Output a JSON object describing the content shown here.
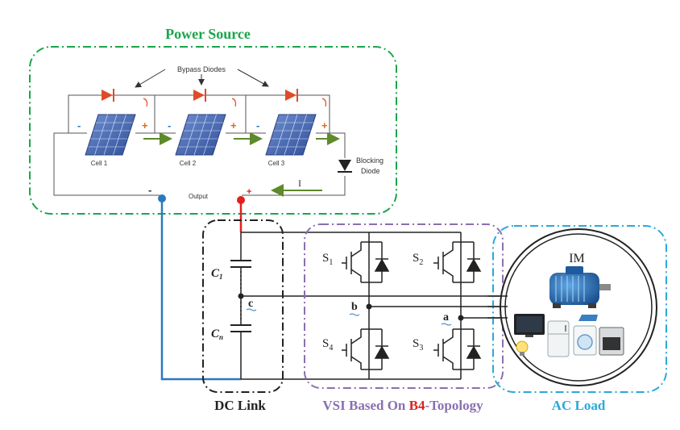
{
  "sections": {
    "power_source": "Power Source",
    "dc_link": "DC Link",
    "vsi_prefix": "VSI Based On ",
    "vsi_highlight": "B4",
    "vsi_suffix": "-Topology",
    "ac_load": "AC Load"
  },
  "pv": {
    "bypass_label": "Bypass Diodes",
    "cells": [
      "Cell 1",
      "Cell 2",
      "Cell 3"
    ],
    "blocking_line1": "Blocking",
    "blocking_line2": "Diode",
    "output_label": "Output",
    "current_label": "I",
    "minus": "-",
    "plus": "+"
  },
  "dclink": {
    "c1_main": "C",
    "c1_sub": "1",
    "cn_main": "C",
    "cn_sub": "n",
    "node_c": "c"
  },
  "switches": [
    {
      "main": "S",
      "sub": "1"
    },
    {
      "main": "S",
      "sub": "2"
    },
    {
      "main": "S",
      "sub": "4"
    },
    {
      "main": "S",
      "sub": "3"
    }
  ],
  "nodes": {
    "a": "a",
    "b": "b"
  },
  "load": {
    "im_label": "IM"
  },
  "colors": {
    "power_box": "#1aa64a",
    "dc_box": "#222222",
    "vsi_box": "#8a6fb0",
    "ac_box": "#29a9dc",
    "positive_wire": "#e02020",
    "negative_wire": "#2a79c0",
    "diode": "#e04a2a",
    "current_arrow": "#5d8a2a"
  }
}
